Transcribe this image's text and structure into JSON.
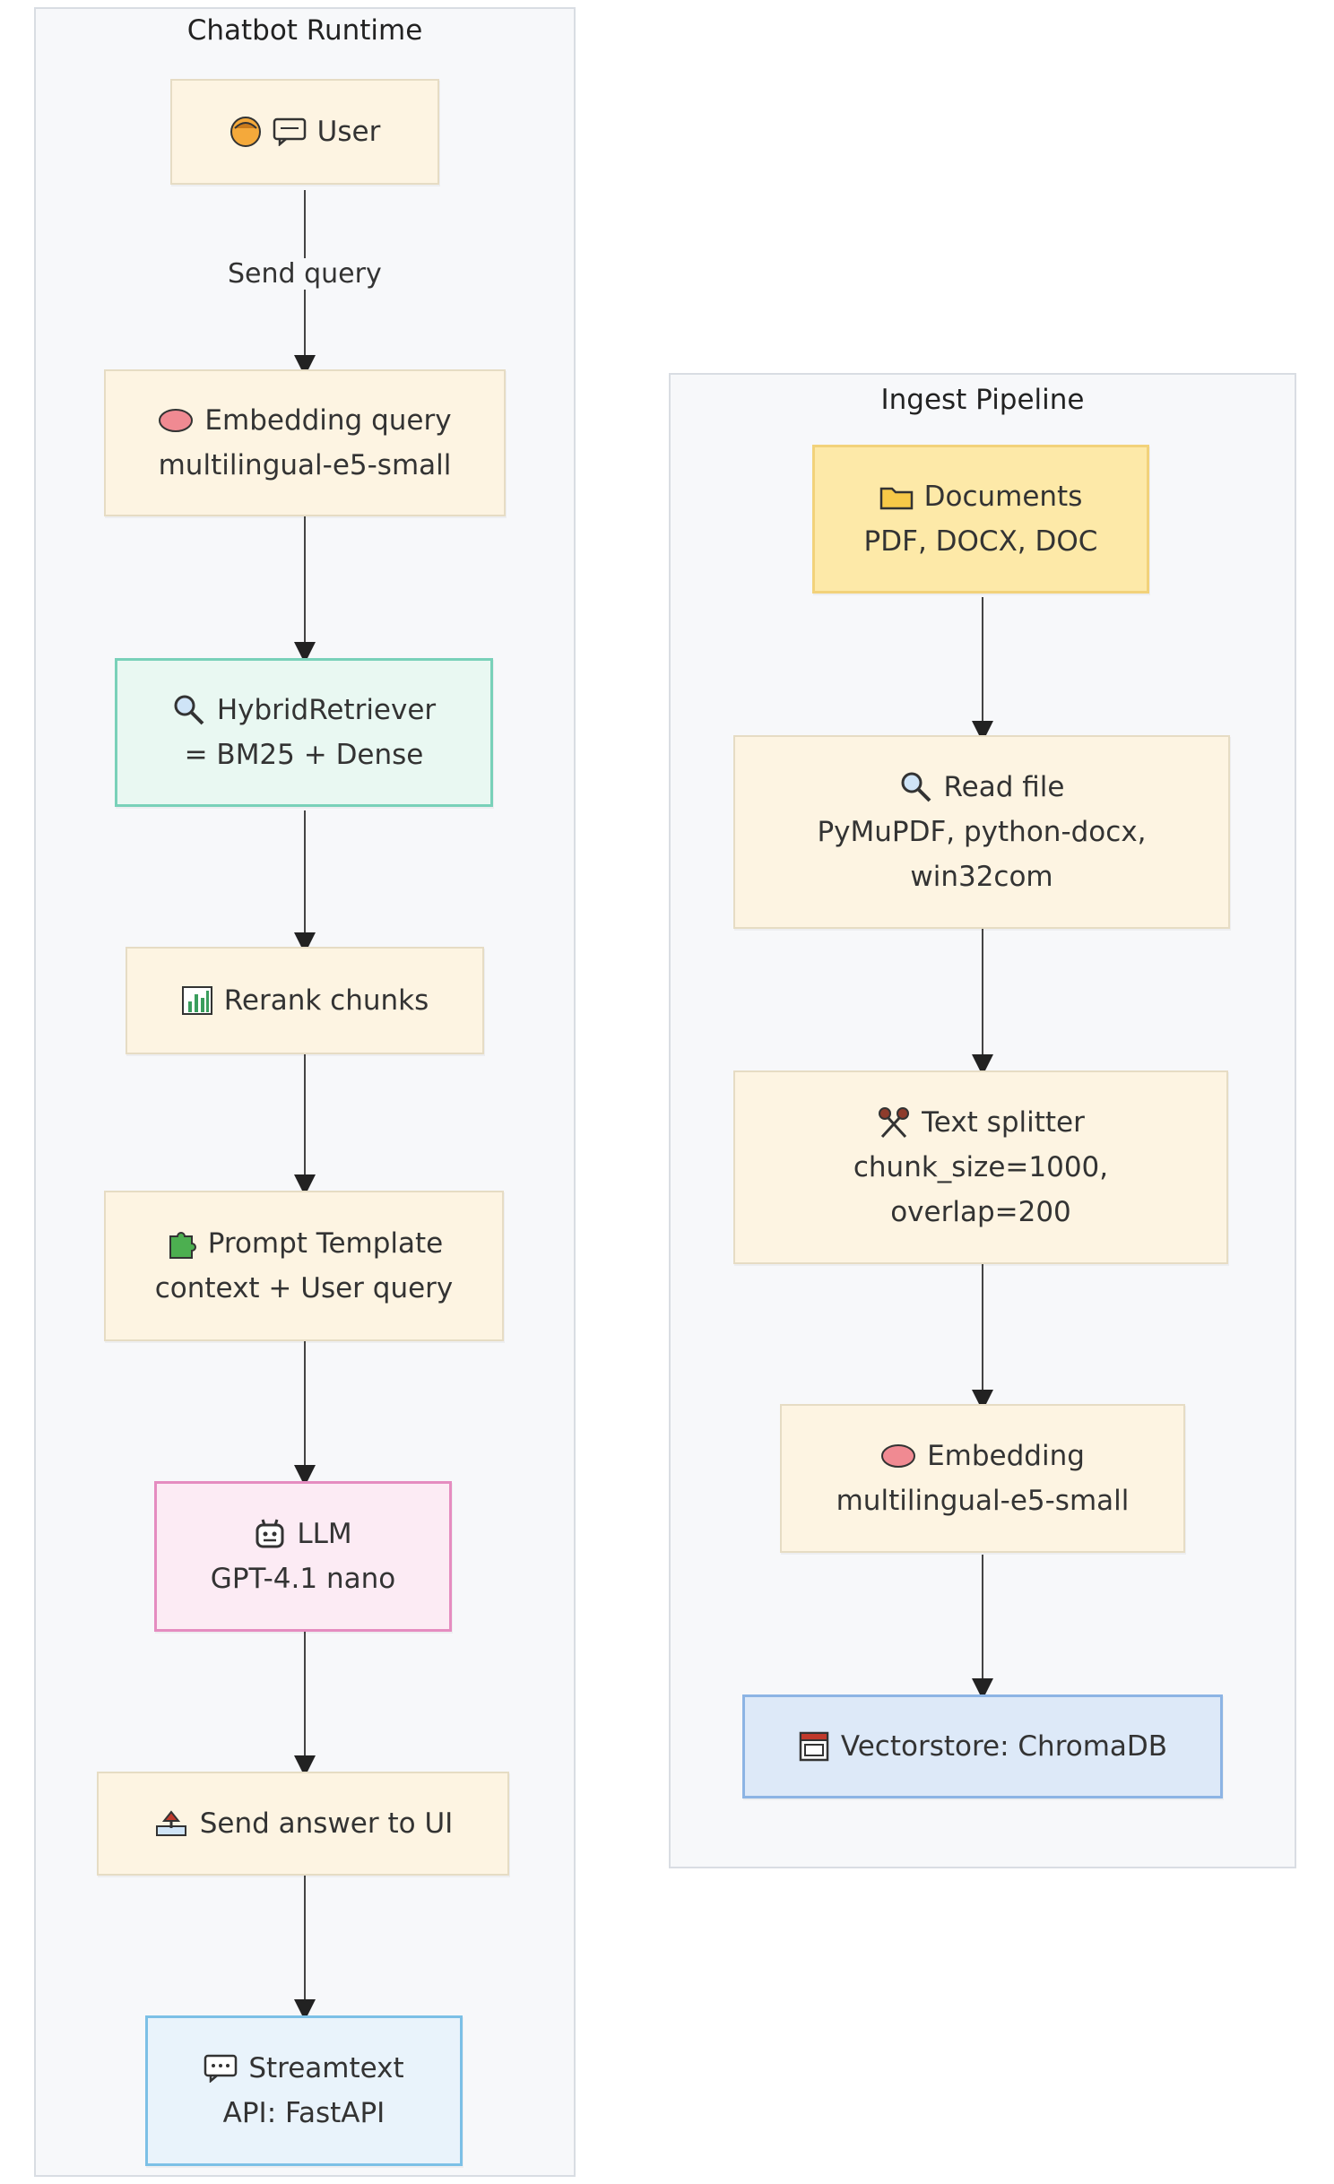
{
  "clusters": {
    "runtime": {
      "title": "Chatbot Runtime"
    },
    "ingest": {
      "title": "Ingest Pipeline"
    }
  },
  "runtime_nodes": {
    "user": {
      "icon": "user-face-icon",
      "label": "User"
    },
    "embed": {
      "icon": "brain-icon",
      "line1": "Embedding query",
      "line2": "multilingual-e5-small"
    },
    "retriever": {
      "icon": "magnifier-icon",
      "line1": "HybridRetriever",
      "line2": "= BM25 + Dense"
    },
    "rerank": {
      "icon": "bar-chart-icon",
      "label": "Rerank chunks"
    },
    "prompt": {
      "icon": "puzzle-icon",
      "line1": "Prompt Template",
      "line2": "context + User query"
    },
    "llm": {
      "icon": "robot-icon",
      "line1": "LLM",
      "line2": "GPT-4.1 nano"
    },
    "answer": {
      "icon": "send-tray-icon",
      "label": "Send answer to UI"
    },
    "stream": {
      "icon": "chat-bubble-icon",
      "line1": "Streamtext",
      "line2": "API: FastAPI"
    }
  },
  "edge_labels": {
    "send_query": "Send query"
  },
  "ingest_nodes": {
    "documents": {
      "icon": "folder-icon",
      "line1": "Documents",
      "line2": "PDF, DOCX, DOC"
    },
    "read": {
      "icon": "magnifier-icon",
      "line1": "Read file",
      "line2": "PyMuPDF, python-docx,",
      "line3": "win32com"
    },
    "splitter": {
      "icon": "scissors-icon",
      "line1": "Text splitter",
      "line2": "chunk_size=1000,",
      "line3": "overlap=200"
    },
    "embedding": {
      "icon": "brain-icon",
      "line1": "Embedding",
      "line2": "multilingual-e5-small"
    },
    "vectorstore": {
      "icon": "database-icon",
      "label": "Vectorstore: ChromaDB"
    }
  },
  "colors": {
    "node_default": "#fdf4e2",
    "retriever": "#e9f8f2",
    "llm": "#fcebf4",
    "stream": "#e9f3fb",
    "vectorstore": "#dde9f8",
    "documents": "#fde9a8"
  }
}
